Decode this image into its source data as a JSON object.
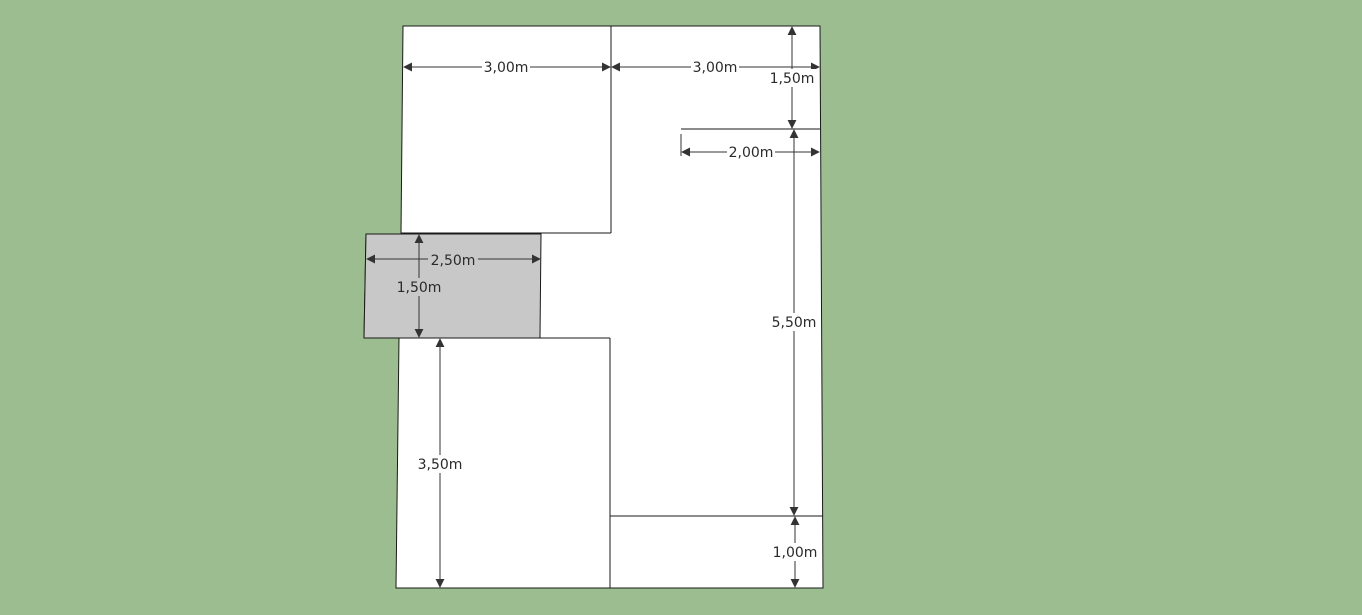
{
  "colors": {
    "background": "#9bbd8f",
    "room_fill": "#ffffff",
    "annex_fill": "#c8c8c8",
    "line": "#1a1a1a",
    "dimension_line": "#333333"
  },
  "dimensions": {
    "top_left_width": "3,00m",
    "top_right_width": "3,00m",
    "top_right_offset": "1,50m",
    "inner_width": "2,00m",
    "annex_width": "2,50m",
    "annex_height": "1,50m",
    "right_middle_height": "5,50m",
    "bottom_left_height": "3,50m",
    "bottom_right_height": "1,00m"
  }
}
